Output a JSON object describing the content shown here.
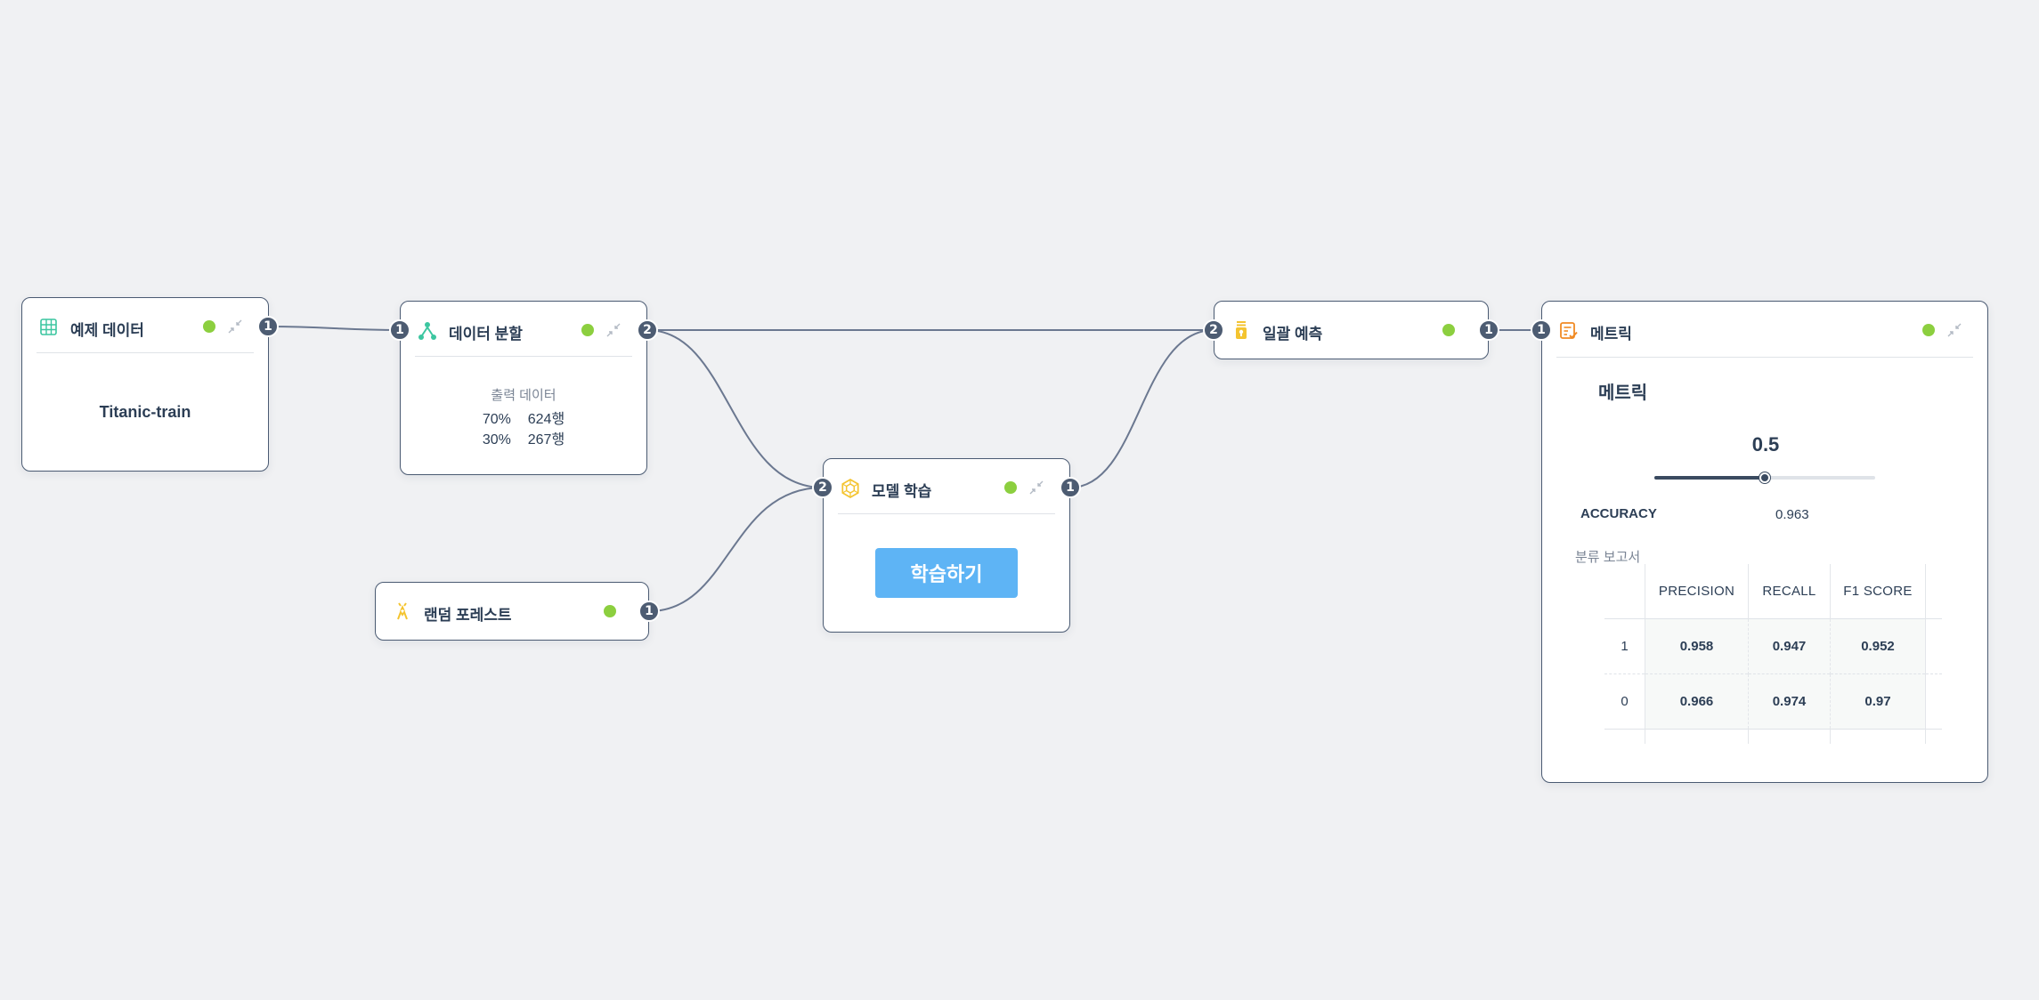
{
  "nodes": {
    "sample_data": {
      "title": "예제 데이터",
      "content": "Titanic-train",
      "output_port": "1"
    },
    "data_split": {
      "title": "데이터 분할",
      "input_port": "1",
      "output_port": "2",
      "output_label": "출력 데이터",
      "splits": [
        {
          "percent": "70%",
          "rows": "624행"
        },
        {
          "percent": "30%",
          "rows": "267행"
        }
      ]
    },
    "random_forest": {
      "title": "랜덤 포레스트",
      "output_port": "1"
    },
    "model_training": {
      "title": "모델 학습",
      "input_port": "2",
      "output_port": "1",
      "button_label": "학습하기"
    },
    "batch_prediction": {
      "title": "일괄 예측",
      "input_port": "2",
      "output_port": "1"
    },
    "metrics": {
      "title": "메트릭",
      "input_port": "1",
      "section_title": "메트릭",
      "threshold": "0.5",
      "threshold_fraction": 0.5,
      "accuracy_label": "ACCURACY",
      "accuracy_value": "0.963",
      "report_label": "분류 보고서",
      "report_headers": [
        "PRECISION",
        "RECALL",
        "F1 SCORE"
      ],
      "report_rows": [
        {
          "label": "1",
          "values": [
            "0.958",
            "0.947",
            "0.952"
          ]
        },
        {
          "label": "0",
          "values": [
            "0.966",
            "0.974",
            "0.97"
          ]
        }
      ]
    }
  },
  "colors": {
    "status": "#8ccf3f",
    "port": "#4d5c72",
    "button": "#5eb4f5",
    "edge": "#6b7890"
  }
}
